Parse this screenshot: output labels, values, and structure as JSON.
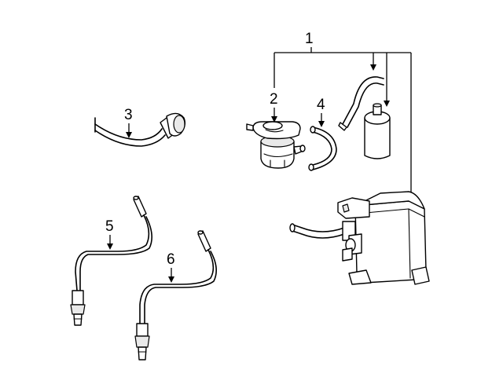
{
  "callouts": [
    {
      "id": "callout-1",
      "number": "1"
    },
    {
      "id": "callout-2",
      "number": "2"
    },
    {
      "id": "callout-3",
      "number": "3"
    },
    {
      "id": "callout-4",
      "number": "4"
    },
    {
      "id": "callout-5",
      "number": "5"
    },
    {
      "id": "callout-6",
      "number": "6"
    }
  ],
  "parts": [
    {
      "name": "vapor-canister-assembly",
      "callout": "1"
    },
    {
      "name": "purge-valve",
      "callout": "2"
    },
    {
      "name": "connector-pigtail",
      "callout": "3"
    },
    {
      "name": "hose",
      "callout": "4"
    },
    {
      "name": "oxygen-sensor-upstream",
      "callout": "5"
    },
    {
      "name": "oxygen-sensor-downstream",
      "callout": "6"
    }
  ]
}
